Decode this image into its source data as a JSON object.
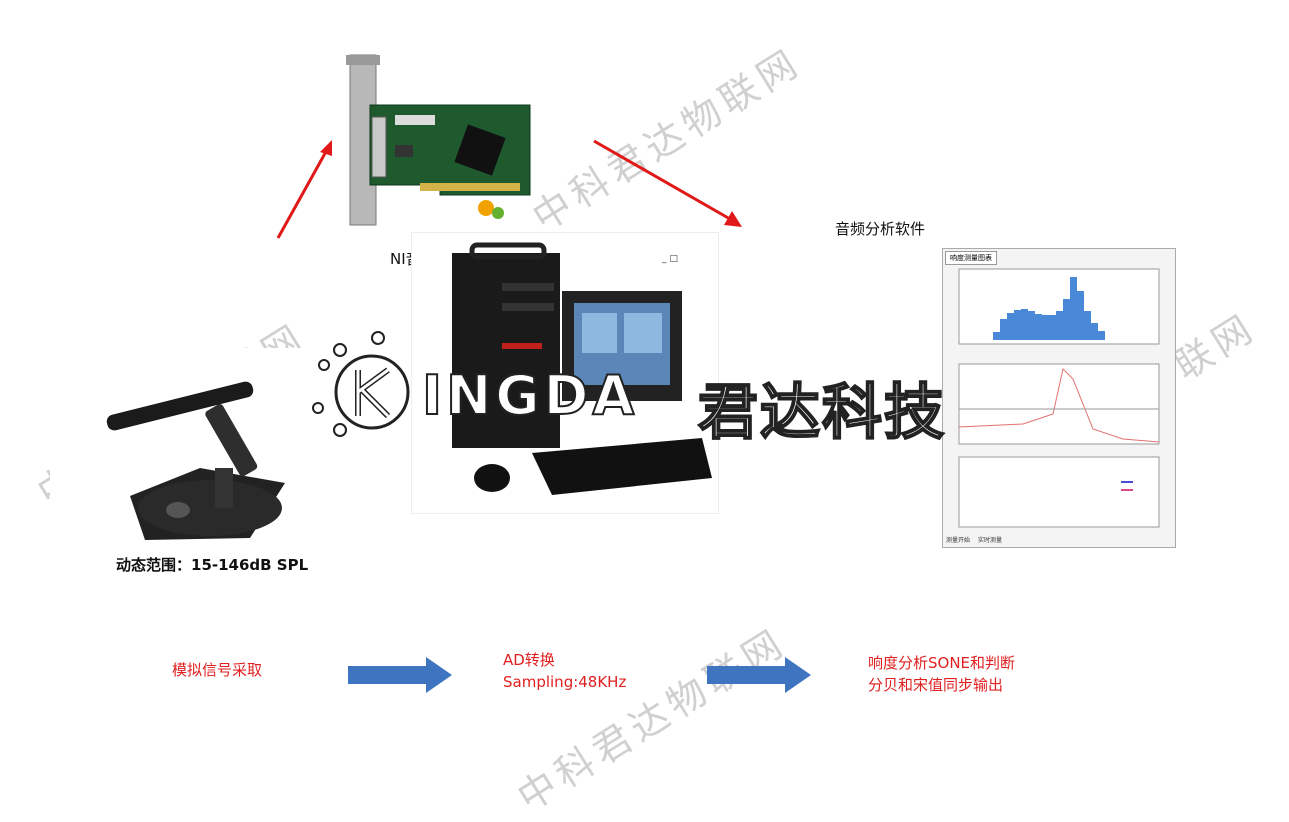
{
  "watermark": "中科君达物联网",
  "labels": {
    "ni_partial": "NI音",
    "software": "音频分析软件",
    "dynamic_range": "动态范围：15-146dB SPL",
    "window_min": "_ □"
  },
  "steps": [
    {
      "line1": "模拟信号采取",
      "line2": ""
    },
    {
      "line1": "AD转换",
      "line2": "Sampling:48KHz"
    },
    {
      "line1": "响度分析SONE和判断",
      "line2": "分贝和宋值同步输出"
    }
  ],
  "logo": {
    "latin": "INGDA",
    "cjk": "君达科技"
  },
  "colors": {
    "step_text": "#e02020",
    "flow_arrow": "#3e74c0",
    "red_arrow": "#e01818"
  },
  "software_window": {
    "tab_title": "响度测量图表",
    "status_left": "测量开始",
    "status_right": "实时测量"
  }
}
